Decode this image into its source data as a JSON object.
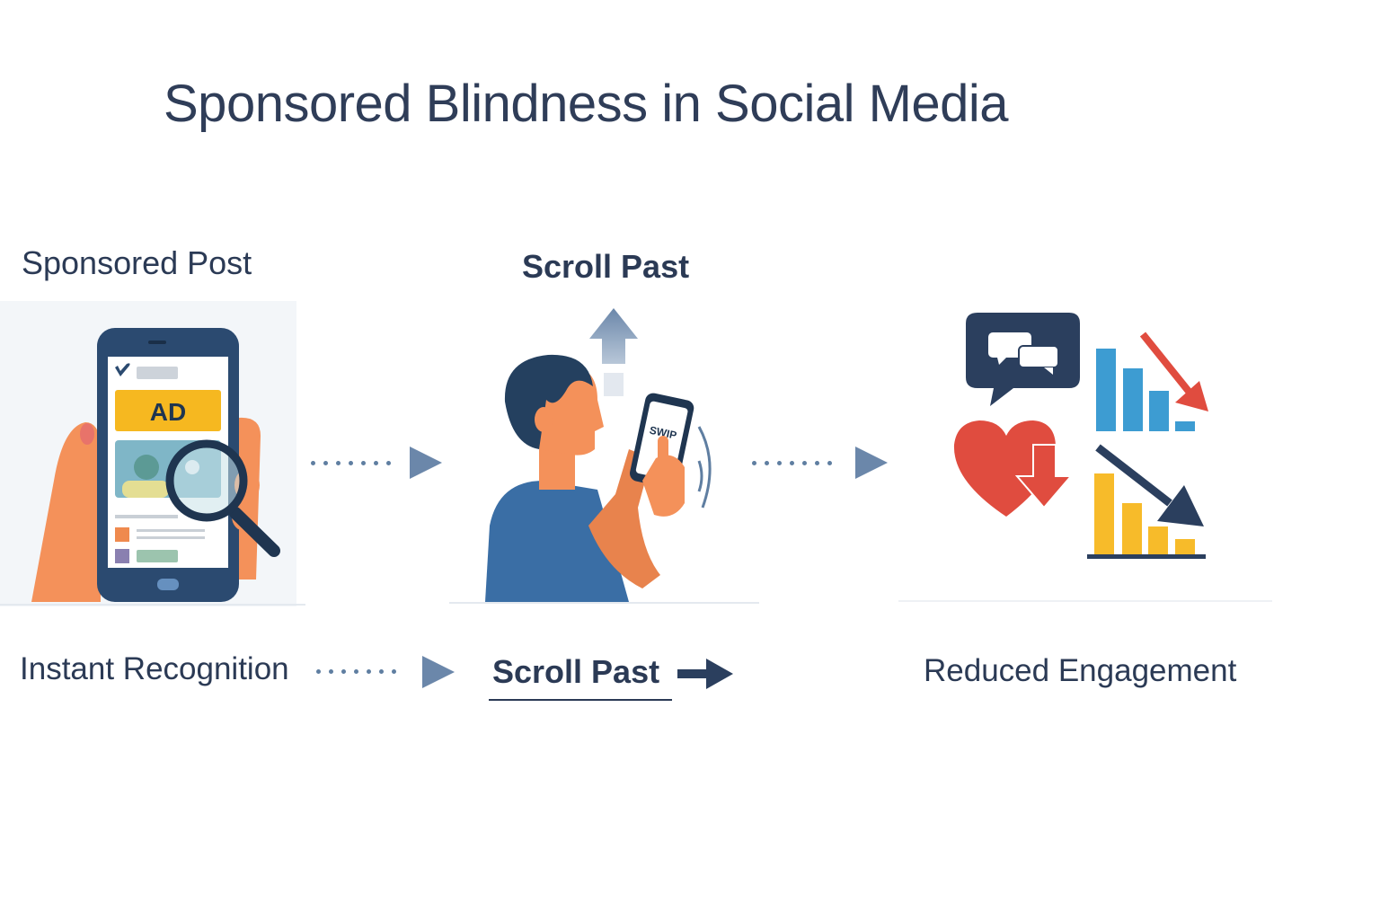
{
  "title": "Sponsored Blindness in Social Media",
  "stages": [
    {
      "label": "Sponsored Post",
      "illustration": "hand-holding-phone-with-magnifier",
      "ad_badge": "AD"
    },
    {
      "label": "Scroll Past",
      "illustration": "person-swiping-phone",
      "phone_text": "SWIP"
    },
    {
      "label": "",
      "illustration": "engagement-decline-icons"
    }
  ],
  "flow": [
    {
      "label": "Instant Recognition"
    },
    {
      "label": "Scroll Past"
    },
    {
      "label": "Reduced Engagement"
    }
  ],
  "colors": {
    "title": "#2f3d58",
    "navy": "#2b3f5e",
    "arrow_blue": "#6b87aa",
    "ad_yellow": "#f6b820",
    "heart_red": "#e04c3f",
    "bar_blue": "#3d9cd2",
    "bar_yellow": "#f7bb2a",
    "skin": "#f4915a",
    "shirt": "#3a6ea5"
  },
  "chart_icons": {
    "blue_bars_relative": [
      100,
      78,
      53,
      12
    ],
    "yellow_bars_relative": [
      100,
      64,
      34,
      19
    ]
  }
}
